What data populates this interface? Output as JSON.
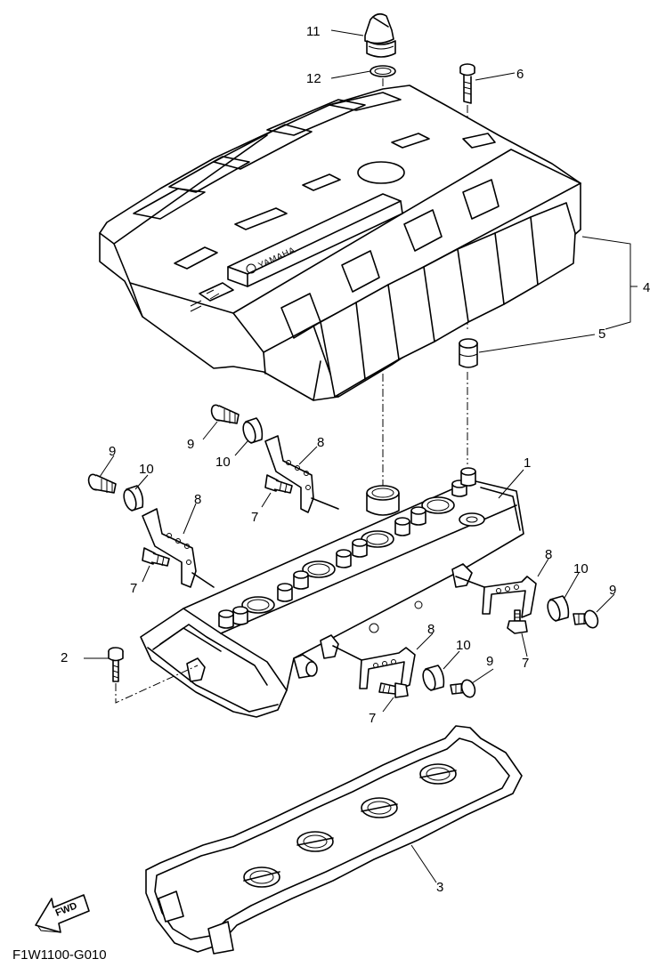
{
  "diagram_code": "F1W1100-G010",
  "brand_label": "YAMAHA",
  "fwd_label": "FWD",
  "callouts": {
    "c1": "1",
    "c2": "2",
    "c3": "3",
    "c4": "4",
    "c5": "5",
    "c6": "6",
    "c7a": "7",
    "c7b": "7",
    "c7c": "7",
    "c7d": "7",
    "c8a": "8",
    "c8b": "8",
    "c8c": "8",
    "c8d": "8",
    "c9a": "9",
    "c9b": "9",
    "c9c": "9",
    "c9d": "9",
    "c10a": "10",
    "c10b": "10",
    "c10c": "10",
    "c10d": "10",
    "c11": "11",
    "c12": "12"
  }
}
